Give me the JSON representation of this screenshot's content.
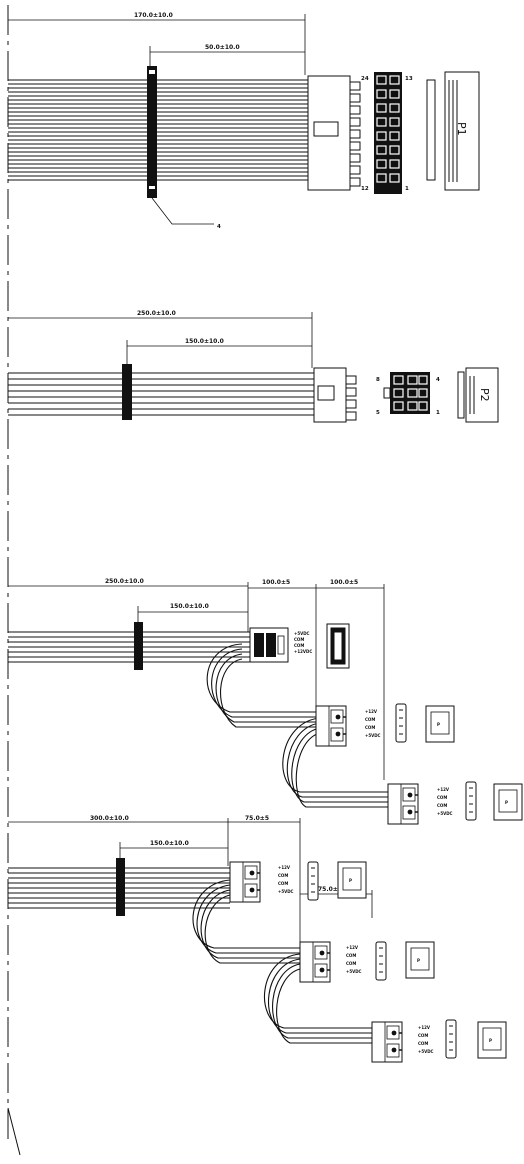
{
  "colors": {
    "line": "#111111",
    "background": "#ffffff"
  },
  "p1": {
    "dim_total": "170.0±10.0",
    "dim_partial": "50.0±10.0",
    "callout": "4",
    "pins": {
      "top_left": "24",
      "top_right": "13",
      "bottom_left": "12",
      "bottom_right": "1"
    },
    "label": "P1"
  },
  "p2": {
    "dim_total": "250.0±10.0",
    "dim_partial": "150.0±10.0",
    "pins": {
      "top_left": "8",
      "top_right": "4",
      "bottom_left": "5",
      "bottom_right": "1"
    },
    "label": "P2"
  },
  "harness3": {
    "dim_total": "250.0±10.0",
    "dim_partial": "150.0±10.0",
    "dim_seg1": "100.0±5",
    "dim_seg2": "100.0±5",
    "signals_small": [
      "+5VDC",
      "COM",
      "COM",
      "+12VDC"
    ],
    "signals": [
      "+12V",
      "COM",
      "COM",
      "+5VDC"
    ]
  },
  "harness4": {
    "dim_total": "300.0±10.0",
    "dim_partial": "150.0±10.0",
    "dim_seg1": "75.0±5",
    "dim_seg2": "75.0±5",
    "signals": [
      "+12V",
      "COM",
      "COM",
      "+5VDC"
    ]
  }
}
